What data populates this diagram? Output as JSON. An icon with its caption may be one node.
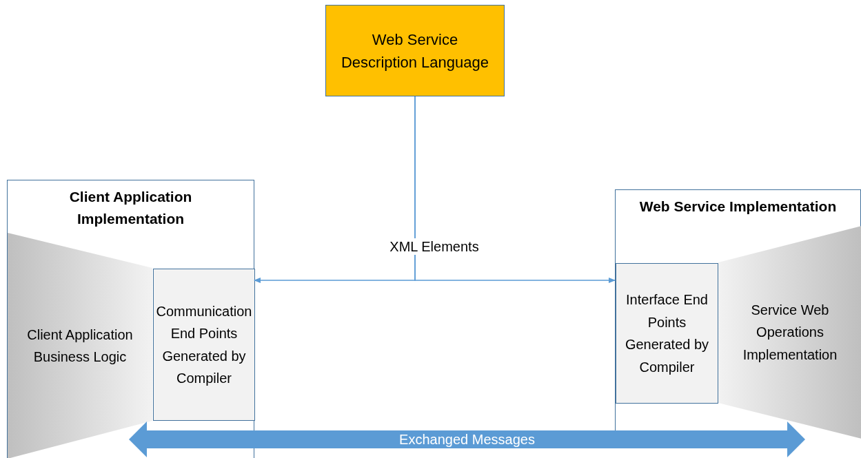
{
  "diagram": {
    "nodes": [
      {
        "text": [
          "Web Service Description Language"
        ]
      },
      {
        "text": [
          "Client Application Implementation"
        ]
      },
      {
        "text": [
          "Client Application Business Logic"
        ],
        "in": 1
      },
      {
        "text": [
          "Communication End Points Generated by Compiler"
        ],
        "in": 1
      },
      {
        "text": [
          "Web Service Implementation"
        ]
      },
      {
        "text": [
          "Interface End Points Generated by Compiler"
        ],
        "in": 4
      },
      {
        "text": [
          "Service Web Operations Implementation"
        ],
        "in": 4
      }
    ],
    "edges": [
      {
        "from": 0,
        "to": 3,
        "arrow": "to",
        "label": "XML Elements"
      },
      {
        "from": 0,
        "to": 5,
        "arrow": "to"
      },
      {
        "from": 2,
        "to": 6,
        "arrow": "both",
        "label": "Exchanged Messages",
        "style": "thick"
      }
    ]
  }
}
